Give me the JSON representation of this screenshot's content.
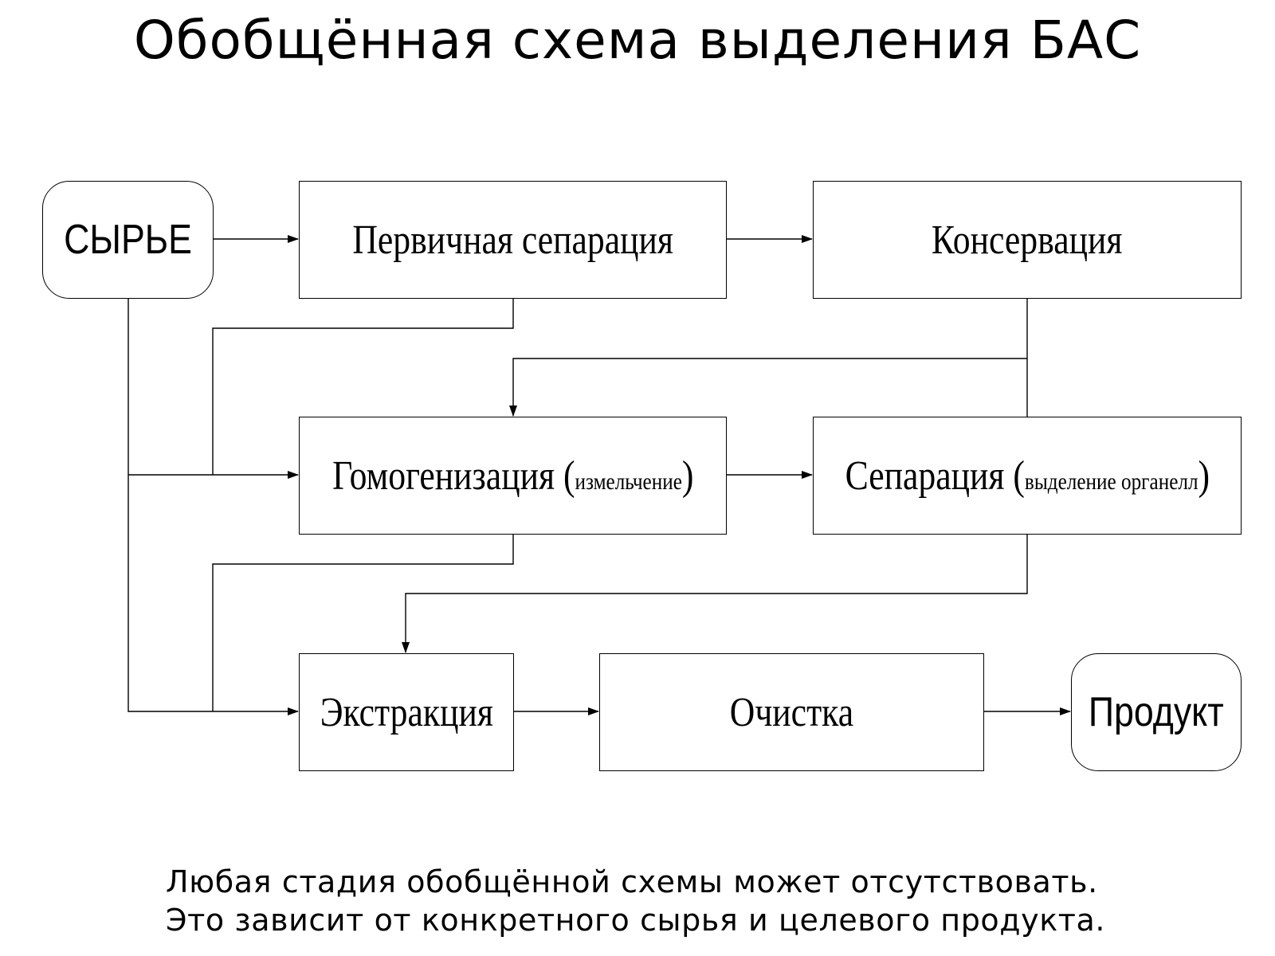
{
  "title": "Обобщённая схема выделения БАС",
  "nodes": {
    "raw": "СЫРЬЕ",
    "primary_separation": "Первичная сепарация",
    "conservation": "Консервация",
    "homogenization": "Гомогенизация (",
    "homogenization_note": "измельчение",
    "homogenization_close": ")",
    "separation": "Сепарация (",
    "separation_note": "выделение органелл",
    "separation_close": ")",
    "extraction": "Экстракция",
    "purification": "Очистка",
    "product": "Продукт"
  },
  "note": {
    "line1": "Любая стадия обобщённой схемы может отсутствовать.",
    "line2": "Это зависит от конкретного сырья и целевого продукта."
  }
}
